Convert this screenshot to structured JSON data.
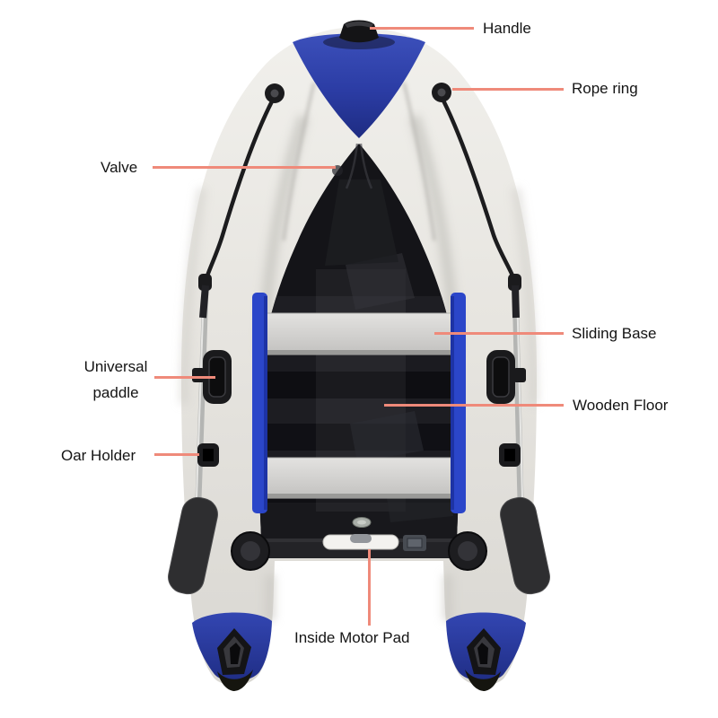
{
  "page": {
    "background": "#ffffff",
    "description": "Annotated product photo of an inflatable dinghy (viewed from the bow) with callout labels"
  },
  "colors": {
    "leader_line": "#ef8a7a",
    "label_text": "#141414",
    "bow_blue": "#2b3ca4",
    "rail_blue": "#2b46c9",
    "cone_blue": "#2a3aa6",
    "tube_white": "#e7e5e0",
    "interior_black": "#141418",
    "seat_gray": "#d6d5d3",
    "hardware_black": "#1b1b1d",
    "oar_silver": "#b4b5b3",
    "motor_pad_white": "#f3f2ef"
  },
  "labels": [
    {
      "id": "handle",
      "text": "Handle"
    },
    {
      "id": "rope-ring",
      "text": "Rope ring"
    },
    {
      "id": "valve",
      "text": "Valve"
    },
    {
      "id": "sliding-base",
      "text": "Sliding Base"
    },
    {
      "id": "wooden-floor",
      "text": "Wooden Floor"
    },
    {
      "id": "universal-paddle",
      "line1": "Universal",
      "line2": "paddle"
    },
    {
      "id": "oar-holder",
      "text": "Oar Holder"
    },
    {
      "id": "inside-motor-pad",
      "text": "Inside Motor Pad"
    }
  ]
}
